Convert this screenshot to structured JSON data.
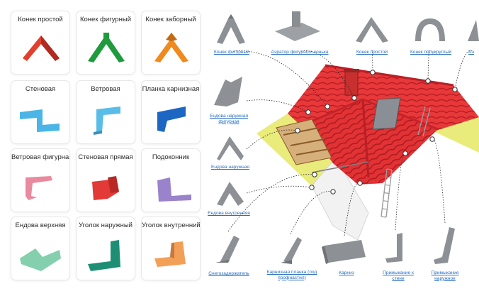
{
  "catalog": {
    "items": [
      {
        "label": "Конек простой",
        "color": "#e2402f",
        "shape": "ridge-simple"
      },
      {
        "label": "Конек фигурный",
        "color": "#1f9a3c",
        "shape": "ridge-figured"
      },
      {
        "label": "Конек заборный",
        "color": "#f08a1e",
        "shape": "ridge-fence"
      },
      {
        "label": "Стеновая",
        "color": "#4ab5e6",
        "shape": "wall-strip"
      },
      {
        "label": "Ветровая",
        "color": "#59bde8",
        "shape": "wind-strip"
      },
      {
        "label": "Планка карнизная",
        "color": "#1d67c2",
        "shape": "eaves-strip"
      },
      {
        "label": "Ветровая фигурная",
        "color": "#e98a9e",
        "shape": "wind-figured"
      },
      {
        "label": "Стеновая прямая",
        "color": "#e23a36",
        "shape": "wall-straight"
      },
      {
        "label": "Подоконник",
        "color": "#9b83cc",
        "shape": "sill"
      },
      {
        "label": "Ендова верхняя",
        "color": "#83cfae",
        "shape": "valley-top"
      },
      {
        "label": "Уголок наружный",
        "color": "#1e8f74",
        "shape": "corner-outer"
      },
      {
        "label": "Уголок внутренний",
        "color": "#f2a058",
        "shape": "corner-inner"
      }
    ]
  },
  "diagram": {
    "labels": {
      "top_1": "Конек фигурный",
      "top_2": "Аэратор фигурного конька",
      "top_3": "Конек простой",
      "top_4": "Конек полукруглый",
      "top_5": "Аэ",
      "left_1": "Ендова наружная фигурная",
      "left_2": "Ендова наружная",
      "left_3": "Ендова внутренняя",
      "bottom_1": "Снегозадержатель",
      "bottom_2": "Карнизная планка (под профнастил)",
      "bottom_3": "Карниз",
      "bottom_4": "Примыкание к стене",
      "bottom_5": "Примыкание наружное"
    },
    "colors": {
      "roof_red": "#e8383a",
      "roof_dark": "#b81f25",
      "gable_yellow": "#e9eb7a",
      "metal": "#8d9196",
      "label_blue": "#2a6fc0"
    }
  }
}
